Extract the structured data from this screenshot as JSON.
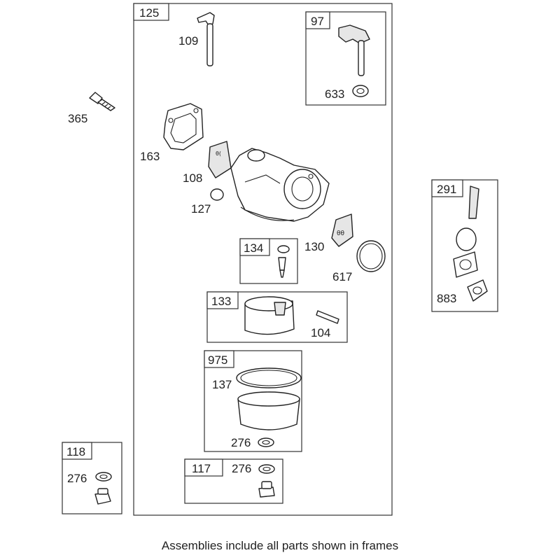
{
  "caption": "Assemblies include all parts shown in frames",
  "frames": {
    "f125": "125",
    "f97": "97",
    "f291": "291",
    "f134": "134",
    "f133": "133",
    "f975": "975",
    "f118": "118",
    "f117": "117"
  },
  "parts": {
    "p109": "109",
    "p633": "633",
    "p365": "365",
    "p163": "163",
    "p108": "108",
    "p127": "127",
    "p130": "130",
    "p617": "617",
    "p883": "883",
    "p104": "104",
    "p137": "137",
    "p276a": "276",
    "p276b": "276",
    "p276c": "276"
  }
}
